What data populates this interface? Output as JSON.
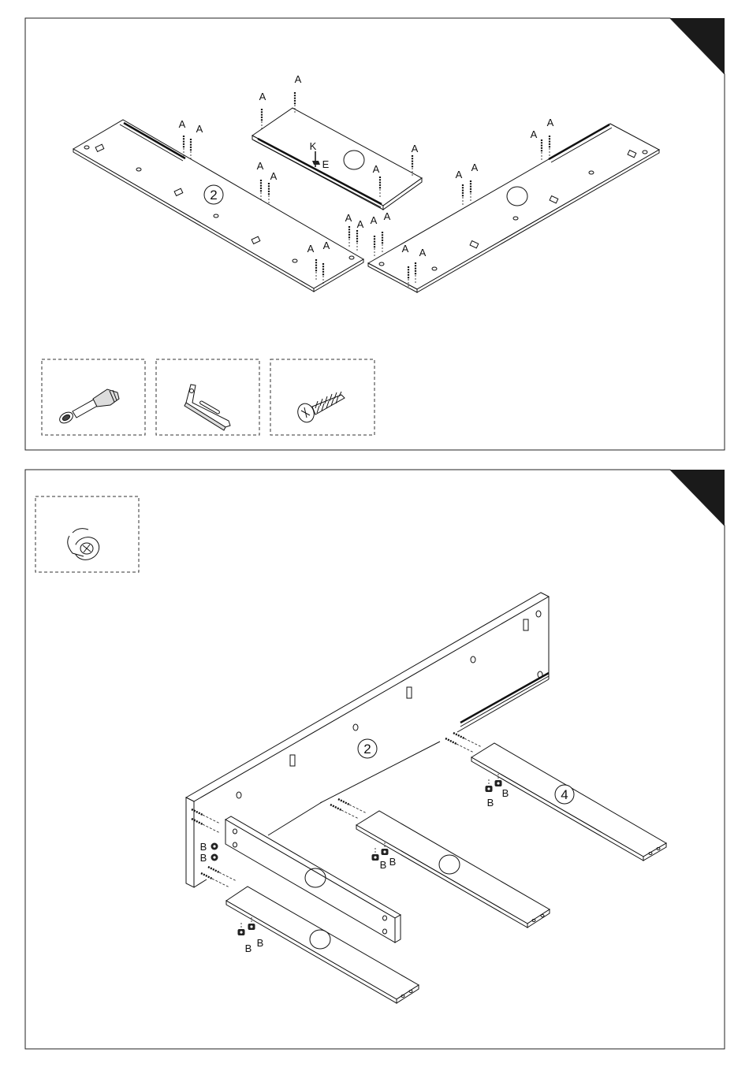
{
  "step1": {
    "labels": {
      "screw_label": "A",
      "bracket_label": "K",
      "wood_screw_label": "E",
      "panel_number": "2"
    },
    "hardware_boxes": [
      "cam-bolt-icon",
      "l-bracket-icon",
      "wood-screw-icon"
    ]
  },
  "step2": {
    "labels": {
      "cam_lock_label": "B",
      "side_panel_number": "2",
      "shelf_number": "4"
    },
    "hardware_boxes": [
      "cam-lock-icon"
    ]
  },
  "colors": {
    "line": "#111111",
    "corner": "#1a1a1a",
    "background": "#ffffff"
  }
}
